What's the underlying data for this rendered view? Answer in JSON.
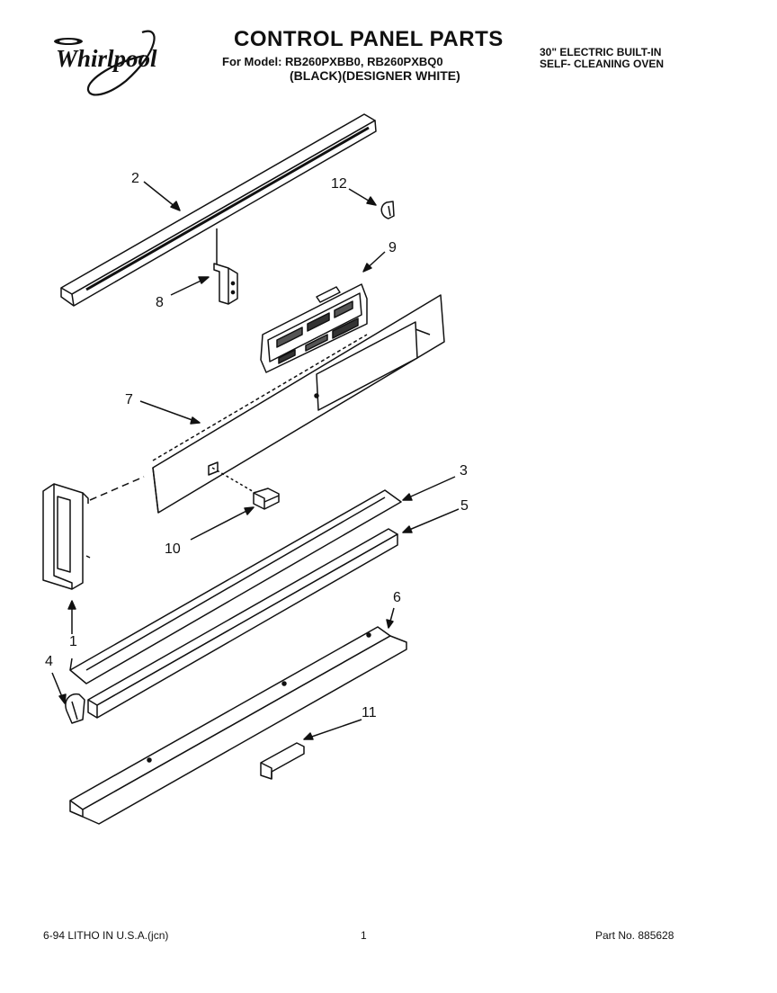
{
  "header": {
    "brand": "Whirlpool",
    "title": "CONTROL PANEL PARTS",
    "model_line": "For Model: RB260PXBB0, RB260PXBQ0",
    "variant_line": "(BLACK)(DESIGNER WHITE)",
    "description_line1": "30\" ELECTRIC BUILT-IN",
    "description_line2": "SELF- CLEANING OVEN"
  },
  "callouts": {
    "c1": "1",
    "c2": "2",
    "c3": "3",
    "c4": "4",
    "c5": "5",
    "c6": "6",
    "c7": "7",
    "c8": "8",
    "c9": "9",
    "c10": "10",
    "c11": "11",
    "c12": "12"
  },
  "footer": {
    "print_info": "6-94 LITHO IN U.S.A.(jcn)",
    "page": "1",
    "part_no": "Part No. 885628"
  }
}
